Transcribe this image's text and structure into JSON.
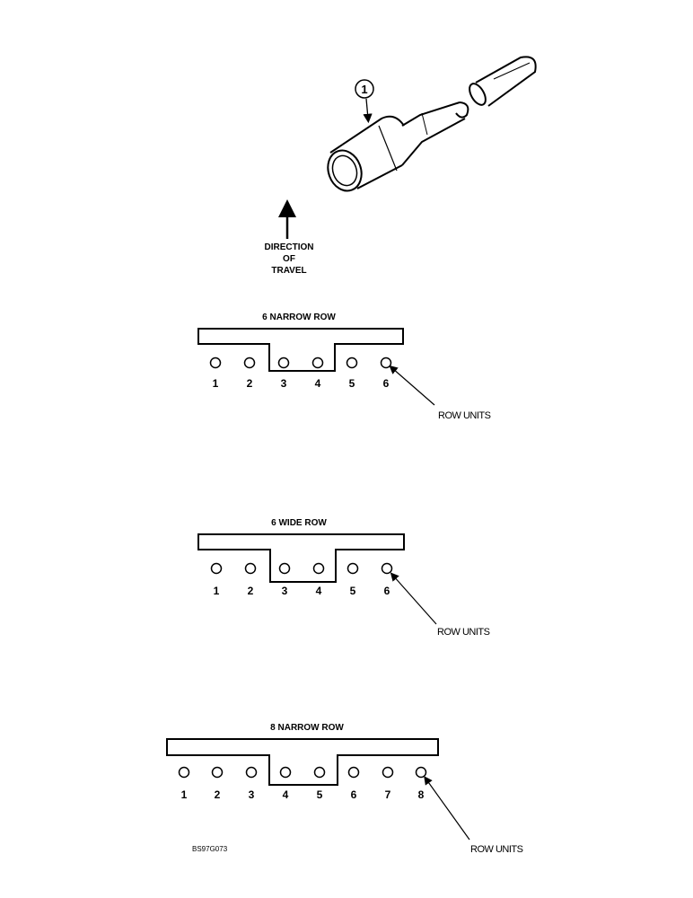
{
  "callout": {
    "number": "1"
  },
  "direction": {
    "line1": "DIRECTION",
    "line2": "OF",
    "line3": "TRAVEL"
  },
  "layouts": [
    {
      "title": "6 NARROW ROW",
      "rows": [
        "1",
        "2",
        "3",
        "4",
        "5",
        "6"
      ],
      "pointer": "ROW UNITS"
    },
    {
      "title": "6 WIDE ROW",
      "rows": [
        "1",
        "2",
        "3",
        "4",
        "5",
        "6"
      ],
      "pointer": "ROW UNITS"
    },
    {
      "title": "8 NARROW ROW",
      "rows": [
        "1",
        "2",
        "3",
        "4",
        "5",
        "6",
        "7",
        "8"
      ],
      "pointer": "ROW UNITS"
    }
  ],
  "figure_code": "BS97G073"
}
